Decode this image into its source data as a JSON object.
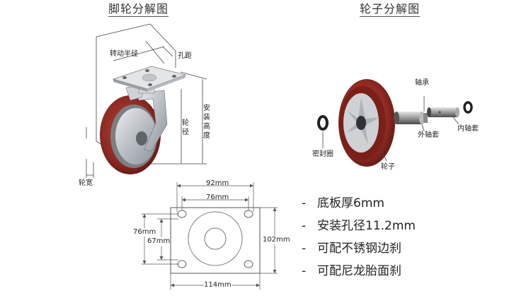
{
  "titles": {
    "caster_exploded": "脚轮分解图",
    "wheel_exploded": "轮子分解图"
  },
  "caster_labels": {
    "swivel_radius": "转动半径",
    "hole_spacing": "孔距",
    "install_height": "安装高度",
    "wheel_diameter": "轮径",
    "wheel_width": "轮宽"
  },
  "wheel_labels": {
    "bearing": "轴承",
    "seal_ring": "密封圈",
    "outer_sleeve": "外轴套",
    "inner_sleeve": "内轴套",
    "wheel": "轮子"
  },
  "plate_dims": {
    "top_outer": "92mm",
    "top_inner": "76mm",
    "left_outer": "76mm",
    "left_inner": "67mm",
    "right": "102mm",
    "bottom": "114mm"
  },
  "specs": [
    "底板厚6mm",
    "安装孔径11.2mm",
    "可配不锈钢边刹",
    "可配尼龙胎面刹"
  ],
  "colors": {
    "tread": "#8e2a22",
    "metal": "#c8ccd0"
  }
}
